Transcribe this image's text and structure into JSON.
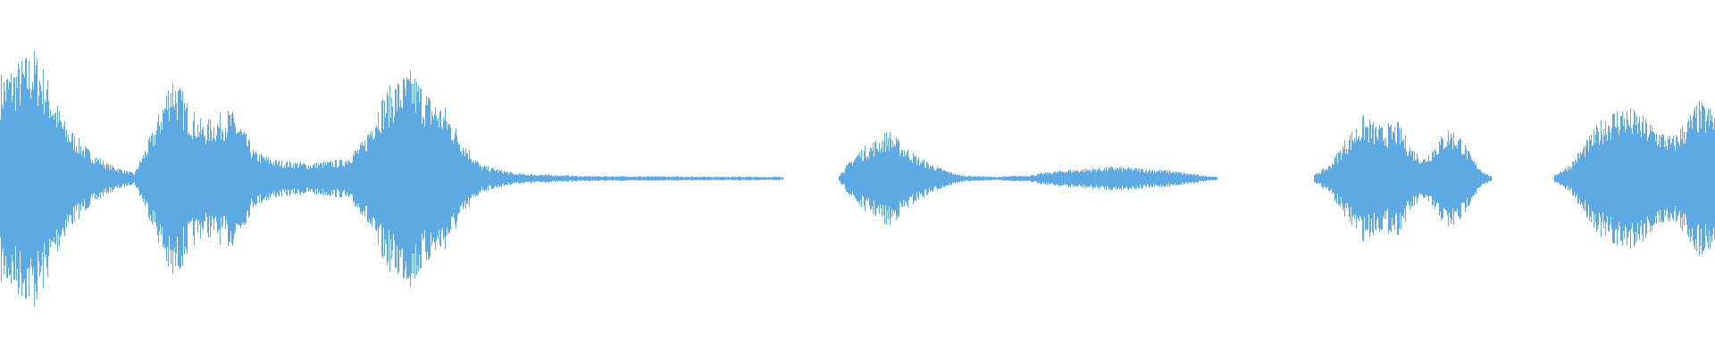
{
  "waveform": {
    "color": "#5ca9e4",
    "background": "#ffffff",
    "channels": 1,
    "segments": [
      {
        "name": "segment-1",
        "start": 0.0,
        "end": 0.457,
        "envelope": [
          [
            0.0,
            0.6
          ],
          [
            0.012,
            0.68
          ],
          [
            0.02,
            0.74
          ],
          [
            0.026,
            0.62
          ],
          [
            0.03,
            0.5
          ],
          [
            0.038,
            0.32
          ],
          [
            0.05,
            0.18
          ],
          [
            0.062,
            0.09
          ],
          [
            0.072,
            0.05
          ],
          [
            0.078,
            0.03
          ],
          [
            0.082,
            0.12
          ],
          [
            0.09,
            0.3
          ],
          [
            0.1,
            0.62
          ],
          [
            0.11,
            0.42
          ],
          [
            0.118,
            0.32
          ],
          [
            0.126,
            0.36
          ],
          [
            0.134,
            0.4
          ],
          [
            0.14,
            0.32
          ],
          [
            0.148,
            0.16
          ],
          [
            0.16,
            0.11
          ],
          [
            0.18,
            0.09
          ],
          [
            0.2,
            0.11
          ],
          [
            0.212,
            0.22
          ],
          [
            0.22,
            0.44
          ],
          [
            0.23,
            0.56
          ],
          [
            0.24,
            0.62
          ],
          [
            0.25,
            0.48
          ],
          [
            0.26,
            0.4
          ],
          [
            0.27,
            0.22
          ],
          [
            0.28,
            0.08
          ],
          [
            0.3,
            0.03
          ],
          [
            0.34,
            0.015
          ],
          [
            0.4,
            0.012
          ],
          [
            0.457,
            0.01
          ]
        ]
      },
      {
        "name": "segment-2",
        "start": 0.489,
        "end": 0.71,
        "envelope": [
          [
            0.489,
            0.02
          ],
          [
            0.5,
            0.16
          ],
          [
            0.51,
            0.22
          ],
          [
            0.518,
            0.28
          ],
          [
            0.526,
            0.2
          ],
          [
            0.536,
            0.12
          ],
          [
            0.548,
            0.06
          ],
          [
            0.56,
            0.02
          ],
          [
            0.58,
            0.01
          ],
          [
            0.6,
            0.02
          ],
          [
            0.62,
            0.05
          ],
          [
            0.65,
            0.07
          ],
          [
            0.68,
            0.05
          ],
          [
            0.7,
            0.02
          ],
          [
            0.71,
            0.01
          ]
        ]
      },
      {
        "name": "segment-3",
        "start": 0.766,
        "end": 0.87,
        "envelope": [
          [
            0.766,
            0.02
          ],
          [
            0.775,
            0.08
          ],
          [
            0.785,
            0.24
          ],
          [
            0.795,
            0.36
          ],
          [
            0.805,
            0.3
          ],
          [
            0.815,
            0.32
          ],
          [
            0.823,
            0.18
          ],
          [
            0.83,
            0.12
          ],
          [
            0.838,
            0.22
          ],
          [
            0.845,
            0.3
          ],
          [
            0.852,
            0.24
          ],
          [
            0.858,
            0.12
          ],
          [
            0.865,
            0.04
          ],
          [
            0.87,
            0.01
          ]
        ]
      },
      {
        "name": "segment-4",
        "start": 0.906,
        "end": 1.0,
        "envelope": [
          [
            0.906,
            0.02
          ],
          [
            0.915,
            0.08
          ],
          [
            0.925,
            0.22
          ],
          [
            0.935,
            0.36
          ],
          [
            0.945,
            0.42
          ],
          [
            0.955,
            0.38
          ],
          [
            0.965,
            0.3
          ],
          [
            0.975,
            0.24
          ],
          [
            0.983,
            0.34
          ],
          [
            0.99,
            0.44
          ],
          [
            1.0,
            0.4
          ]
        ]
      }
    ]
  }
}
